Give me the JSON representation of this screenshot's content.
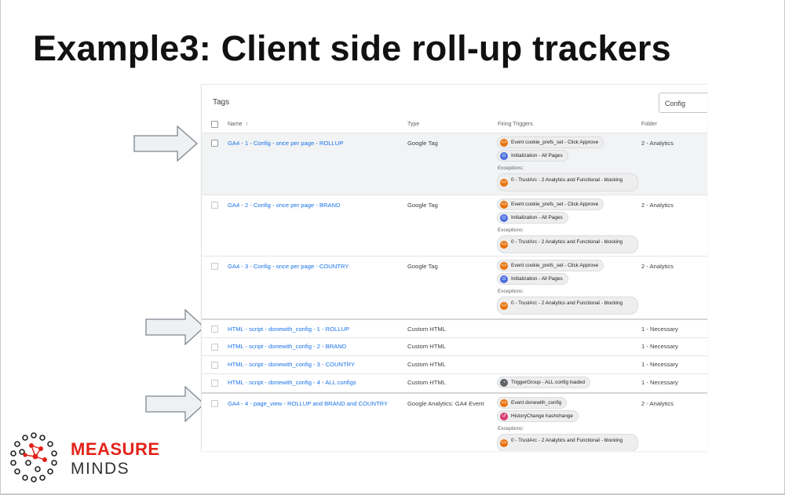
{
  "slide": {
    "title": "Example3: Client side roll-up trackers"
  },
  "brand": {
    "line1": "MEASURE",
    "line2": "MINDS",
    "accent_color": "#e2231a"
  },
  "panel": {
    "title": "Tags",
    "search_value": "Config",
    "columns": {
      "name": "Name",
      "sort_icon": "↑",
      "type": "Type",
      "firing": "Firing Triggers",
      "folder": "Folder"
    },
    "exceptions_label": "Exceptions:",
    "rows": [
      {
        "name": "GA4 - 1 - Config - once per page - ROLLUP",
        "type": "Google Tag",
        "folder": "2 - Analytics",
        "highlighted": true,
        "triggers": [
          "Event cookie_prefs_set - Click Approve",
          "Initialization - All Pages"
        ],
        "exception": "0 - TrustArc - 2 Analytics and Functional - blocking"
      },
      {
        "name": "GA4 - 2 - Config - once per page - BRAND",
        "type": "Google Tag",
        "folder": "2 - Analytics",
        "triggers": [
          "Event cookie_prefs_set - Click Approve",
          "Initialization - All Pages"
        ],
        "exception": "0 - TrustArc - 2 Analytics and Functional - blocking"
      },
      {
        "name": "GA4 - 3 - Config - once per page - COUNTRY",
        "type": "Google Tag",
        "folder": "2 - Analytics",
        "triggers": [
          "Event cookie_prefs_set - Click Approve",
          "Initialization - All Pages"
        ],
        "exception": "0 - TrustArc - 2 Analytics and Functional - blocking"
      },
      {
        "name": "HTML - script - donewith_config - 1 - ROLLUP",
        "type": "Custom HTML",
        "folder": "1 - Necessary"
      },
      {
        "name": "HTML - script - donewith_config - 2 - BRAND",
        "type": "Custom HTML",
        "folder": "1 - Necessary"
      },
      {
        "name": "HTML - script - donewith_config - 3 - COUNTRY",
        "type": "Custom HTML",
        "folder": "1 - Necessary"
      },
      {
        "name": "HTML - script - donewith_config - 4 - ALL configs",
        "type": "Custom HTML",
        "folder": "1 - Necessary",
        "triggers": [
          "TriggerGroup - ALL config loaded"
        ]
      },
      {
        "name": "GA4 - 4 - page_view - ROLLUP and BRAND and COUNTRY",
        "type": "Google Analytics: GA4 Event",
        "folder": "2 - Analytics",
        "triggers": [
          "Event donewith_config",
          "HistoryChange hashchange"
        ],
        "exception": "0 - TrustArc - 2 Analytics and Functional - blocking"
      }
    ]
  },
  "icons": {
    "event": "code-brackets-icon",
    "init": "power-icon",
    "group": "trigger-group-icon",
    "history": "history-change-icon",
    "arrow": "right-arrow-icon"
  }
}
